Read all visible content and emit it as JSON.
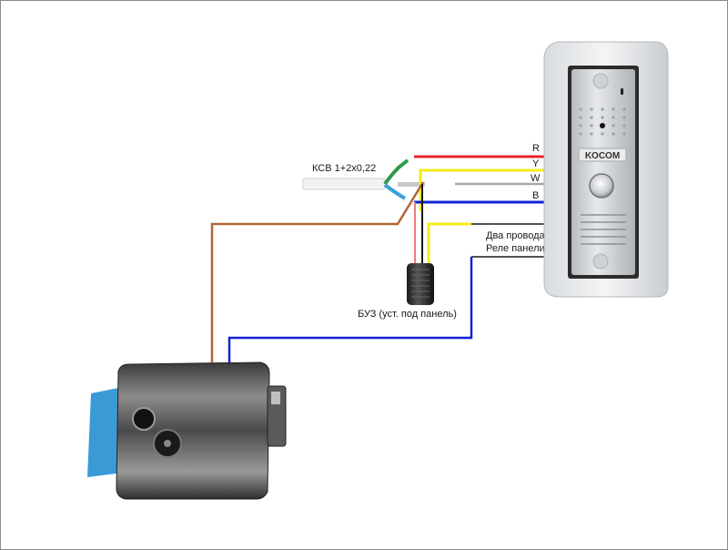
{
  "diagram": {
    "cable_label": "КСВ 1+2х0,22",
    "wire_labels": {
      "red": "R",
      "yellow": "Y",
      "white": "W",
      "blue": "B"
    },
    "relay_label_line1": "Два провода",
    "relay_label_line2": "Реле панели",
    "buz_label": "БУЗ (уст. под панель)",
    "panel_brand": "KOCOM"
  },
  "colors": {
    "red": "#e8232a",
    "yellow": "#f5ec1c",
    "white_wire": "#a8a8a8",
    "blue": "#1421d6",
    "brown": "#b0643a",
    "black": "#1a1a1a",
    "pink": "#f07a7a",
    "green": "#2e9a4a",
    "lightblue": "#3aa0e0"
  }
}
